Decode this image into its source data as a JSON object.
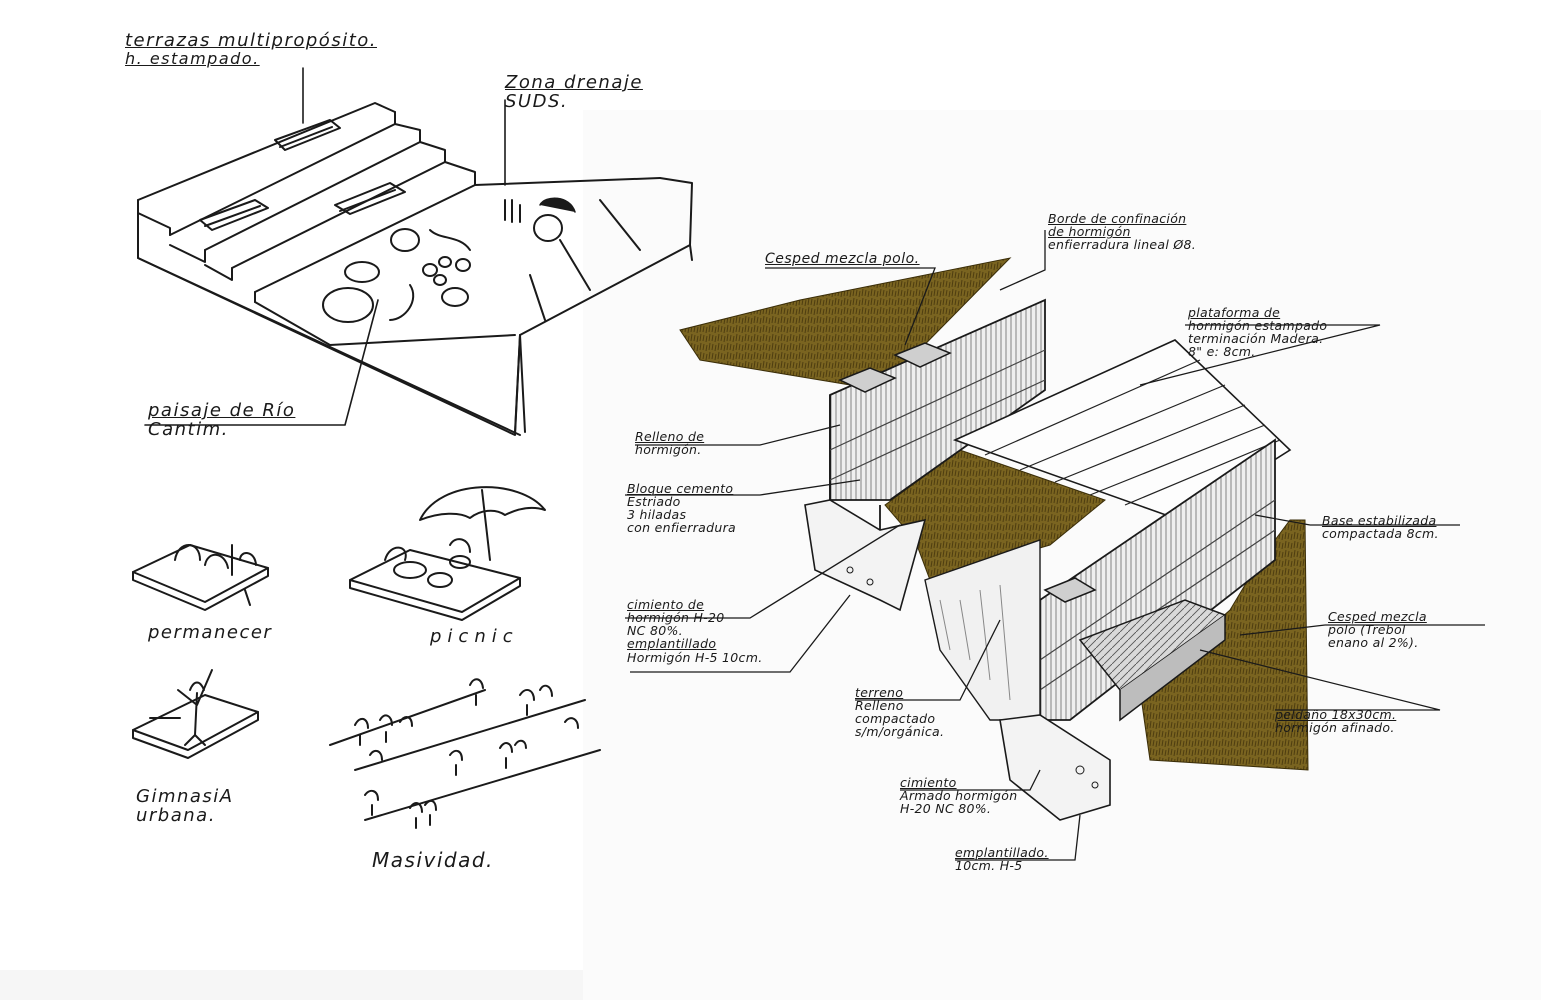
{
  "colors": {
    "ink": "#1a1a1a",
    "grass": "#7a6420",
    "grass_dark": "#4e3d10",
    "concrete_grey": "#8c8c8c",
    "paper": "#ffffff"
  },
  "left_sketch": {
    "terrazas": [
      "terrazas multipropósito.",
      "h. estampado."
    ],
    "zona": [
      "Zona drenaje",
      "SUDS."
    ],
    "paisaje": [
      "paisaje de Río",
      "Cantim."
    ],
    "permanecer": "permanecer",
    "picnic": "picnic",
    "gimnasia": [
      "GimnasiA",
      "urbana."
    ],
    "masividad": "Masividad."
  },
  "right_sketch": {
    "cesped_top": "Cesped mezcla polo.",
    "borde": [
      "Borde de confinación",
      "de hormigón",
      "enfierradura lineal Ø8."
    ],
    "plataforma": [
      "plataforma de",
      "hormigón estampado",
      "terminación Madera.",
      "8\" e: 8cm."
    ],
    "relleno": [
      "Relleno de",
      "hormigón."
    ],
    "bloque": [
      "Bloque cemento",
      "Estriado",
      "3 hiladas",
      "con enfierradura"
    ],
    "base": [
      "Base estabilizada",
      "compactada 8cm."
    ],
    "cimiento1": [
      "cimiento de",
      "hormigón H-20",
      "NC 80%.",
      "emplantillado",
      "Hormigón H-5 10cm."
    ],
    "terreno": [
      "terreno",
      "Relleno",
      "compactado",
      "s/m/orgánica."
    ],
    "cesped_right": [
      "Cesped mezcla",
      "polo (Trebol",
      "enano al 2%)."
    ],
    "peldano": [
      "peldaño 18x30cm.",
      "hormigón afinado."
    ],
    "cimiento2": [
      "cimiento",
      "Armado hormigón",
      "H-20 NC 80%."
    ],
    "emplantillado2": [
      "emplantillado.",
      "10cm. H-5"
    ]
  }
}
